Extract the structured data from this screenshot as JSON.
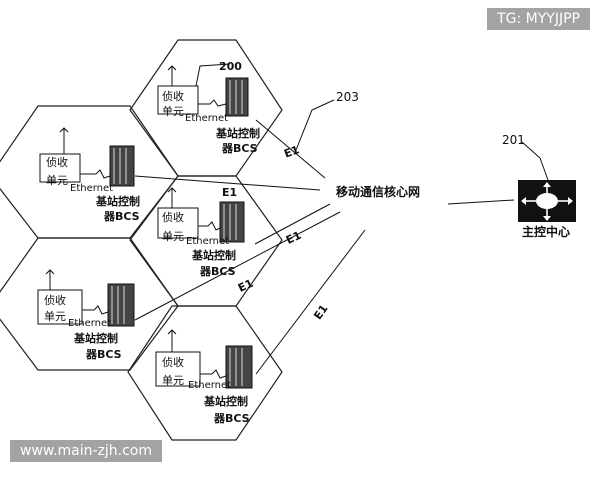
{
  "watermarks": {
    "top": "TG: MYYJJPP",
    "bottom": "www.main-zjh.com"
  },
  "cells": [
    {
      "id": "cell-top",
      "tag": "200",
      "rx1": "侦收",
      "rx2": "单元",
      "eth": "Ethernet",
      "bcs1": "基站控制",
      "bcs2": "器BCS"
    },
    {
      "id": "cell-upper-left",
      "rx1": "侦收",
      "rx2": "单元",
      "eth": "Ethernet",
      "bcs1": "基站控制",
      "bcs2": "器BCS"
    },
    {
      "id": "cell-center",
      "rx1": "侦收",
      "rx2": "单元",
      "eth": "Ethernet",
      "bcs1": "基站控制",
      "bcs2": "器BCS"
    },
    {
      "id": "cell-lower-left",
      "rx1": "侦收",
      "rx2": "单元",
      "eth": "Ethernet",
      "bcs1": "基站控制",
      "bcs2": "器BCS"
    },
    {
      "id": "cell-bottom",
      "rx1": "侦收",
      "rx2": "单元",
      "eth": "Ethernet",
      "bcs1": "基站控制",
      "bcs2": "器BCS"
    }
  ],
  "links": [
    "E1",
    "E1",
    "E1",
    "E1",
    "E1"
  ],
  "core": {
    "label": "移动通信核心网",
    "tag": "203"
  },
  "master": {
    "label": "主控中心",
    "tag": "201"
  },
  "colors": {
    "ink": "#111111",
    "paper": "#ffffff",
    "watermark_bg": "#808080"
  }
}
